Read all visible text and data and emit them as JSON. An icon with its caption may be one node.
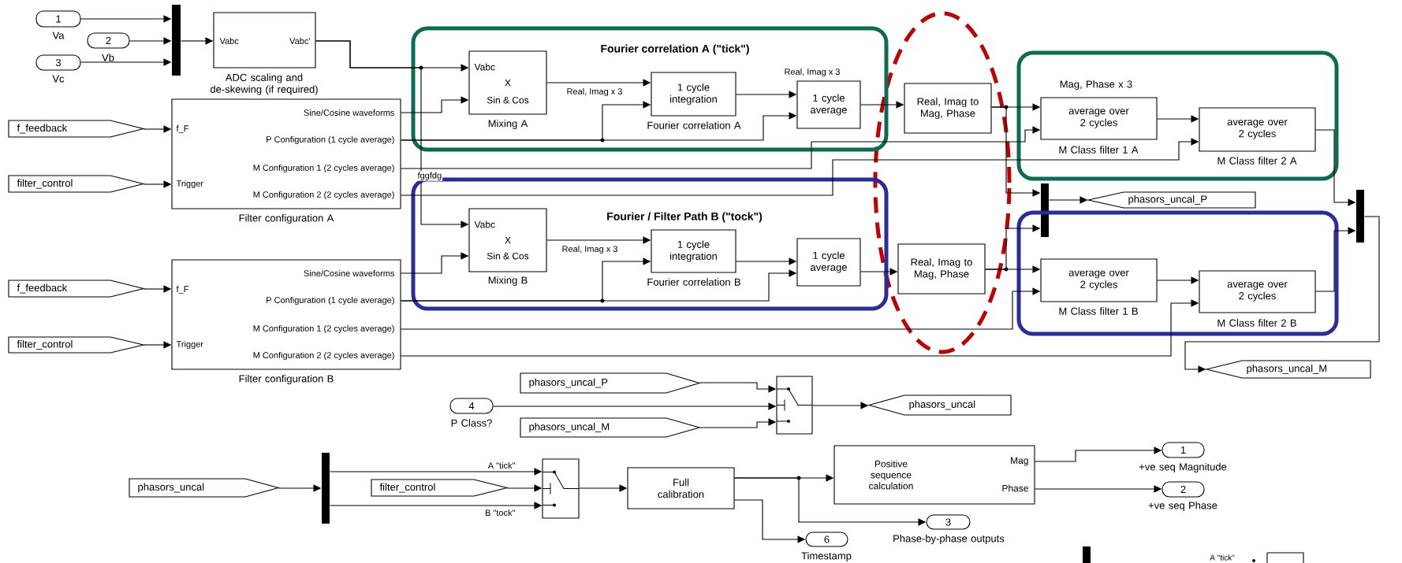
{
  "diagram": {
    "nodes": [
      {
        "text": [
          "1"
        ],
        "beside": [
          "Va"
        ]
      },
      {
        "text": [
          "2"
        ],
        "beside": [
          "Vb"
        ]
      },
      {
        "text": [
          "3"
        ],
        "beside": [
          "Vc"
        ]
      },
      {
        "text": [],
        "shape": "bar"
      },
      {
        "text": [
          "Vabc",
          "Vabc'"
        ],
        "beside": [
          "ADC scaling and de-skewing (if required)"
        ]
      },
      {
        "text": [
          "f_feedback"
        ]
      },
      {
        "text": [
          "filter_control"
        ]
      },
      {
        "text": [
          "Sine/Cosine waveforms",
          "f_F",
          "P Configuration (1 cycle average)",
          "M Configuration 1 (2 cycles average)",
          "Trigger",
          "M Configuration 2 (2 cycles average)"
        ],
        "beside": [
          "Filter configuration A"
        ]
      },
      {
        "text": [
          "f_feedback"
        ]
      },
      {
        "text": [
          "filter_control"
        ]
      },
      {
        "text": [
          "Sine/Cosine waveforms",
          "f_F",
          "P Configuration (1 cycle average)",
          "M Configuration 1 (2 cycles average)",
          "Trigger",
          "M Configuration 2 (2 cycles average)"
        ],
        "beside": [
          "Filter configuration B"
        ]
      },
      {
        "text": [
          "Fourier correlation A (\"tick\")"
        ]
      },
      {
        "text": [
          "Vabc",
          "X",
          "Sin & Cos"
        ],
        "beside": [
          "Mixing A"
        ],
        "in": 11
      },
      {
        "text": [
          "1 cycle integration"
        ],
        "beside": [
          "Fourier correlation A"
        ],
        "in": 11
      },
      {
        "text": [
          "1 cycle average"
        ],
        "in": 11
      },
      {
        "text": [
          "Fourier / Filter Path B (\"tock\")"
        ]
      },
      {
        "text": [
          "Vabc",
          "X",
          "Sin & Cos"
        ],
        "beside": [
          "Mixing B"
        ],
        "in": 15
      },
      {
        "text": [
          "1 cycle integration"
        ],
        "beside": [
          "Fourier correlation B"
        ],
        "in": 15
      },
      {
        "text": [
          "1 cycle average"
        ],
        "in": 15
      },
      {
        "text": [
          "Real, Imag to Mag, Phase"
        ]
      },
      {
        "text": [
          "Real, Imag to Mag, Phase"
        ]
      },
      {
        "text": [],
        "shape": "box"
      },
      {
        "text": [
          "average over 2 cycles"
        ],
        "beside": [
          "Mag, Phase x 3",
          "M Class filter 1 A"
        ],
        "in": 21
      },
      {
        "text": [
          "average over 2 cycles"
        ],
        "beside": [
          "M Class filter 2 A"
        ],
        "in": 21
      },
      {
        "text": [],
        "shape": "bar"
      },
      {
        "text": [
          "phasors_uncal_P"
        ]
      },
      {
        "text": [],
        "shape": "box"
      },
      {
        "text": [
          "average over 2 cycles"
        ],
        "beside": [
          "M Class filter 1 B"
        ],
        "in": 26
      },
      {
        "text": [
          "average over 2 cycles"
        ],
        "beside": [
          "M Class filter 2 B"
        ],
        "in": 26
      },
      {
        "text": [],
        "shape": "bar"
      },
      {
        "text": [
          "phasors_uncal_M"
        ]
      },
      {
        "text": [
          "phasors_uncal_P"
        ]
      },
      {
        "text": [
          "4"
        ],
        "beside": [
          "P Class?"
        ]
      },
      {
        "text": [
          "phasors_uncal_M"
        ]
      },
      {
        "text": [],
        "shape": "box"
      },
      {
        "text": [
          "phasors_uncal"
        ]
      },
      {
        "text": [
          "phasors_uncal"
        ]
      },
      {
        "text": [],
        "shape": "bar"
      },
      {
        "text": [
          "filter_control"
        ]
      },
      {
        "text": [],
        "shape": "box"
      },
      {
        "text": [
          "Full calibration"
        ]
      },
      {
        "text": [
          "Positive sequence calculation",
          "Mag",
          "Phase"
        ]
      },
      {
        "text": [
          "1"
        ],
        "beside": [
          "+ve seq Magnitude"
        ]
      },
      {
        "text": [
          "2"
        ],
        "beside": [
          "+ve seq Phase"
        ]
      },
      {
        "text": [
          "3"
        ],
        "beside": [
          "Phase-by-phase outputs"
        ]
      },
      {
        "text": [
          "6"
        ],
        "beside": [
          "Timestamp"
        ]
      }
    ],
    "edges": [
      {
        "from": 0,
        "to": 3,
        "arrow": "to"
      },
      {
        "from": 1,
        "to": 3,
        "arrow": "to"
      },
      {
        "from": 2,
        "to": 3,
        "arrow": "to"
      },
      {
        "from": 3,
        "to": 4,
        "arrow": "to"
      },
      {
        "from": 5,
        "to": 7,
        "arrow": "to"
      },
      {
        "from": 6,
        "to": 7,
        "arrow": "to"
      },
      {
        "from": 8,
        "to": 10,
        "arrow": "to"
      },
      {
        "from": 9,
        "to": 10,
        "arrow": "to"
      },
      {
        "from": 4,
        "to": 12,
        "arrow": "to"
      },
      {
        "from": 4,
        "to": 16,
        "arrow": "to"
      },
      {
        "from": 7,
        "to": 12,
        "arrow": "to"
      },
      {
        "from": 7,
        "to": 13,
        "arrow": "to"
      },
      {
        "from": 7,
        "to": 14,
        "arrow": "to"
      },
      {
        "from": 7,
        "to": 22,
        "arrow": "to",
        "label": "fggfdg"
      },
      {
        "from": 7,
        "to": 23,
        "arrow": "to"
      },
      {
        "from": 12,
        "to": 13,
        "arrow": "to",
        "label": "Real, Imag x 3"
      },
      {
        "from": 13,
        "to": 14,
        "arrow": "to",
        "label": "Real, Imag x 3"
      },
      {
        "from": 14,
        "to": 19,
        "arrow": "to"
      },
      {
        "from": 19,
        "to": 22,
        "arrow": "to"
      },
      {
        "from": 19,
        "to": 24,
        "arrow": "to"
      },
      {
        "from": 22,
        "to": 23,
        "arrow": "to"
      },
      {
        "from": 23,
        "to": 29,
        "arrow": "to"
      },
      {
        "from": 24,
        "to": 25,
        "arrow": "to"
      },
      {
        "from": 10,
        "to": 16,
        "arrow": "to"
      },
      {
        "from": 10,
        "to": 17,
        "arrow": "to"
      },
      {
        "from": 10,
        "to": 18,
        "arrow": "to"
      },
      {
        "from": 10,
        "to": 27,
        "arrow": "to"
      },
      {
        "from": 10,
        "to": 28,
        "arrow": "to"
      },
      {
        "from": 16,
        "to": 17,
        "arrow": "to",
        "label": "Real, Imag x 3"
      },
      {
        "from": 17,
        "to": 18,
        "arrow": "to"
      },
      {
        "from": 18,
        "to": 20,
        "arrow": "to"
      },
      {
        "from": 20,
        "to": 27,
        "arrow": "to"
      },
      {
        "from": 20,
        "to": 24,
        "arrow": "to"
      },
      {
        "from": 27,
        "to": 28,
        "arrow": "to"
      },
      {
        "from": 28,
        "to": 29,
        "arrow": "to"
      },
      {
        "from": 29,
        "to": 30,
        "arrow": "to"
      },
      {
        "from": 31,
        "to": 34,
        "arrow": "to"
      },
      {
        "from": 32,
        "to": 34,
        "arrow": "to"
      },
      {
        "from": 33,
        "to": 34,
        "arrow": "to"
      },
      {
        "from": 34,
        "to": 35,
        "arrow": "to"
      },
      {
        "from": 36,
        "to": 37,
        "arrow": "to"
      },
      {
        "from": 37,
        "to": 39,
        "arrow": "to",
        "label": "A \"tick\""
      },
      {
        "from": 38,
        "to": 39,
        "arrow": "to"
      },
      {
        "from": 37,
        "to": 39,
        "arrow": "to",
        "label": "B \"tock\""
      },
      {
        "from": 39,
        "to": 40,
        "arrow": "to"
      },
      {
        "from": 40,
        "to": 41,
        "arrow": "to"
      },
      {
        "from": 40,
        "to": 44,
        "arrow": "to"
      },
      {
        "from": 41,
        "to": 42,
        "arrow": "to"
      },
      {
        "from": 41,
        "to": 43,
        "arrow": "to"
      },
      {
        "from": 40,
        "to": 45,
        "arrow": "to"
      }
    ],
    "labels": [
      "A \"tick\""
    ]
  }
}
